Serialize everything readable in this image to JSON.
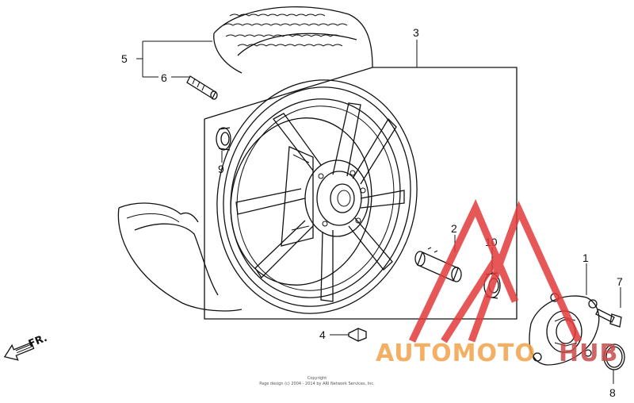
{
  "callouts": {
    "c1": "1",
    "c2": "2",
    "c3": "3",
    "c4": "4",
    "c5": "5",
    "c6": "6",
    "c7": "7",
    "c8": "8",
    "c9": "9",
    "c10": "10"
  },
  "direction_label": "FR.",
  "copyright": {
    "line1": "Copyright",
    "line2": "Page design (c) 2004 - 2014 by ARI Network Services, Inc."
  },
  "watermark": {
    "text_part1": "AUTOMOTO",
    "text_part2": "HUB",
    "color_primary": "#f2a24a",
    "color_secondary": "#c94a4a",
    "logo_color": "#e23a3a"
  },
  "colors": {
    "line": "#111111",
    "background": "#ffffff"
  }
}
